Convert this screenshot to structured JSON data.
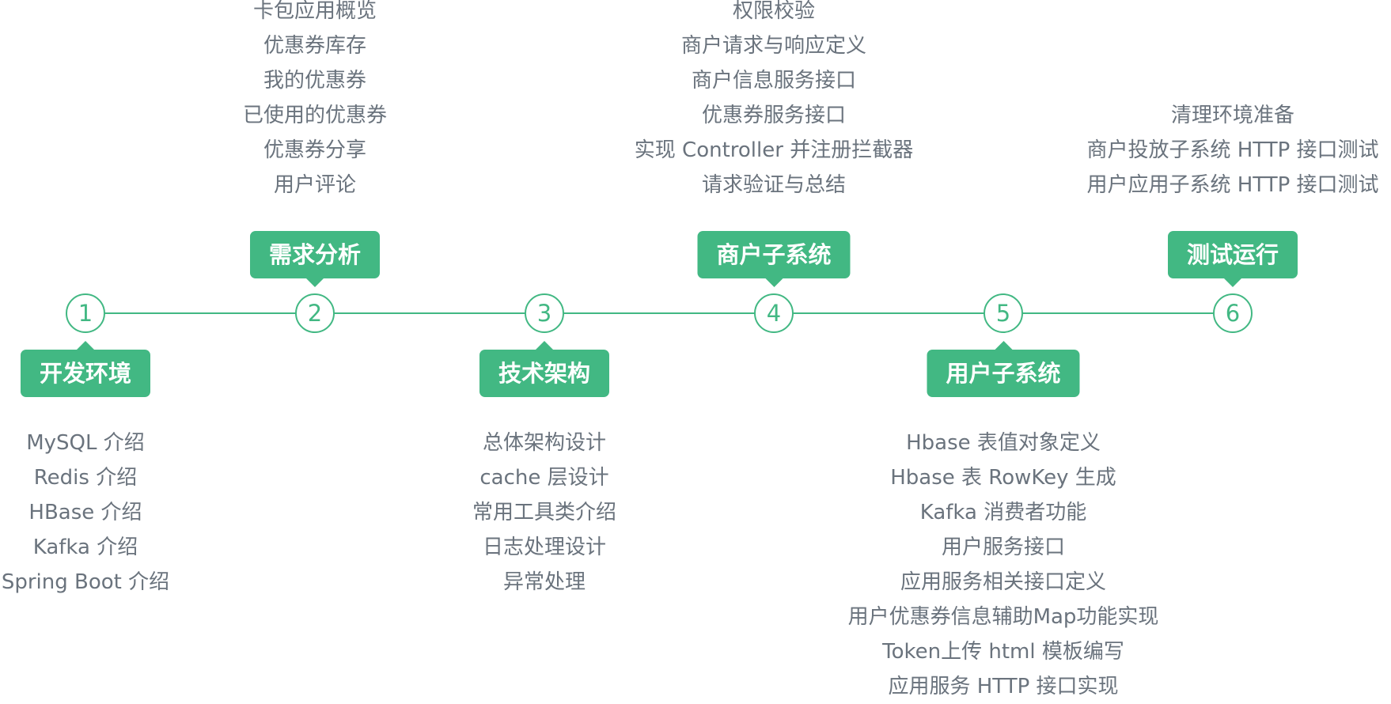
{
  "accent_color": "#42b883",
  "text_color": "#6a737d",
  "steps": [
    {
      "number": "1",
      "title": "开发环境",
      "position": "below",
      "items": [
        "MySQL 介绍",
        "Redis 介绍",
        "HBase 介绍",
        "Kafka 介绍",
        "Spring Boot 介绍"
      ]
    },
    {
      "number": "2",
      "title": "需求分析",
      "position": "above",
      "items": [
        "卡包应用概览",
        "优惠券库存",
        "我的优惠券",
        "已使用的优惠券",
        "优惠券分享",
        "用户评论"
      ]
    },
    {
      "number": "3",
      "title": "技术架构",
      "position": "below",
      "items": [
        "总体架构设计",
        "cache 层设计",
        "常用工具类介绍",
        "日志处理设计",
        "异常处理"
      ]
    },
    {
      "number": "4",
      "title": "商户子系统",
      "position": "above",
      "items": [
        "权限校验",
        "商户请求与响应定义",
        "商户信息服务接口",
        "优惠券服务接口",
        "实现 Controller 并注册拦截器",
        "请求验证与总结"
      ]
    },
    {
      "number": "5",
      "title": "用户子系统",
      "position": "below",
      "items": [
        "Hbase 表值对象定义",
        "Hbase 表 RowKey 生成",
        "Kafka 消费者功能",
        "用户服务接口",
        "应用服务相关接口定义",
        "用户优惠券信息辅助Map功能实现",
        "Token上传 html 模板编写",
        "应用服务 HTTP 接口实现"
      ]
    },
    {
      "number": "6",
      "title": "测试运行",
      "position": "above",
      "items": [
        "清理环境准备",
        "商户投放子系统 HTTP 接口测试",
        "用户应用子系统 HTTP 接口测试"
      ]
    }
  ]
}
